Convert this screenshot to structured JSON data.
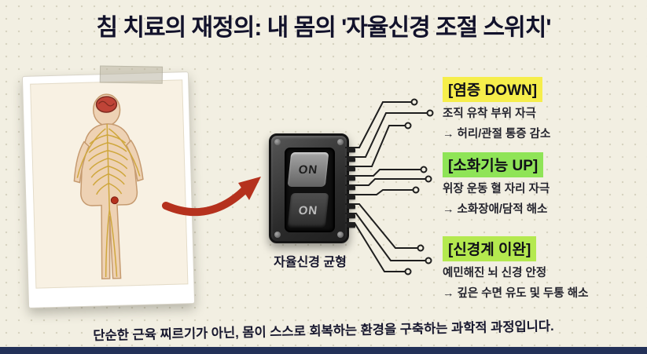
{
  "title": "침 치료의 재정의: 내 몸의 '자율신경 조절 스위치'",
  "switch": {
    "top_label": "ON",
    "bottom_label": "ON",
    "caption": "자율신경 균형"
  },
  "benefits": [
    {
      "header": "[염증 DOWN]",
      "lines": [
        "조직 유착 부위 자극",
        "→ 허리/관절 통증 감소"
      ]
    },
    {
      "header": "[소화기능 UP]",
      "lines": [
        "위장 운동 혈 자리 자극",
        "→ 소화장애/담적 해소"
      ]
    },
    {
      "header": "[신경계 이완]",
      "lines": [
        "예민해진 뇌 신경 안정",
        "→ 깊은 수면 유도 및 두통 해소"
      ]
    }
  ],
  "footer": "단순한 근육 찌르기가 아닌, 몸이 스스로 회복하는 환경을 구축하는 과학적 과정입니다.",
  "colors": {
    "background": "#f2efe2",
    "title_text": "#12122b",
    "highlight_yellow": "#f6ee4b",
    "highlight_green": "#8fe457",
    "highlight_lime": "#b4e94f",
    "arrow_red": "#b5311d",
    "switch_body": "#2b2b2b",
    "circuit_line": "#1e1e1e",
    "bottom_bar": "#233158"
  }
}
